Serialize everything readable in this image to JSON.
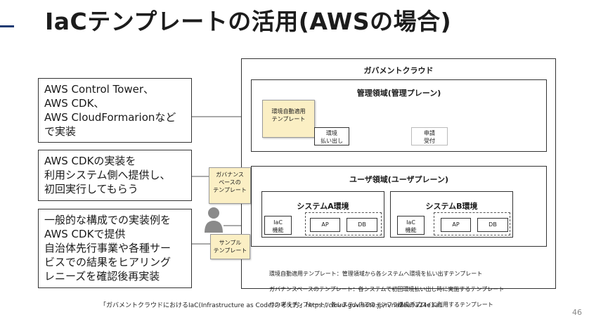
{
  "title": "IaCテンプレートの活用(AWSの場合)",
  "notes": [
    "AWS Control Tower、\nAWS CDK、\nAWS CloudFormarionなど\nで実装",
    "AWS CDKの実装を\n利用システム側へ提供し、\n初回実行してもらう",
    "一般的な構成での実装例を\nAWS CDKで提供\n自治体先行事業や各種サー\nビスでの結果をヒアリング\nレニーズを確認後再実装"
  ],
  "diagram": {
    "gov_cloud": "ガバメントクラウド",
    "mgmt_area": "管理領域(管理プレーン)",
    "user_area": "ユーザ領域(ユーザプレーン)",
    "env_template": "環境自動適用\nテンプレート",
    "env_dispense": "環境\n払い出し",
    "application": "申請\n受付",
    "governance_template": "ガバナンス\nベースの\nテンプレート",
    "sample_template": "サンプル\nテンプレート",
    "system_a": "システムA環境",
    "system_b": "システムB環境",
    "iac": "IaC\n機能",
    "ap": "AP",
    "db": "DB"
  },
  "legend": [
    "環境自動適用テンプレート：管理領域から各システムへ環境を払い出すテンプレート",
    "ガバナンスベースのテンプレート：各システムで初回環境払い出し時に実施するテンプレート",
    "サンプルテンプレート：各システム内でのインフラ構成デプロイに利用するテンプレート"
  ],
  "caption": "「ガバメントクラウドにおけるIaC(Infrastructure as Code)の考え方」https://cloud-gov.note.jp/n/na2ea9a24e3a1",
  "page_number": "46",
  "colors": {
    "sticky": "#fbefc4",
    "accent": "#1f3b73",
    "person": "#8a8a8a"
  }
}
